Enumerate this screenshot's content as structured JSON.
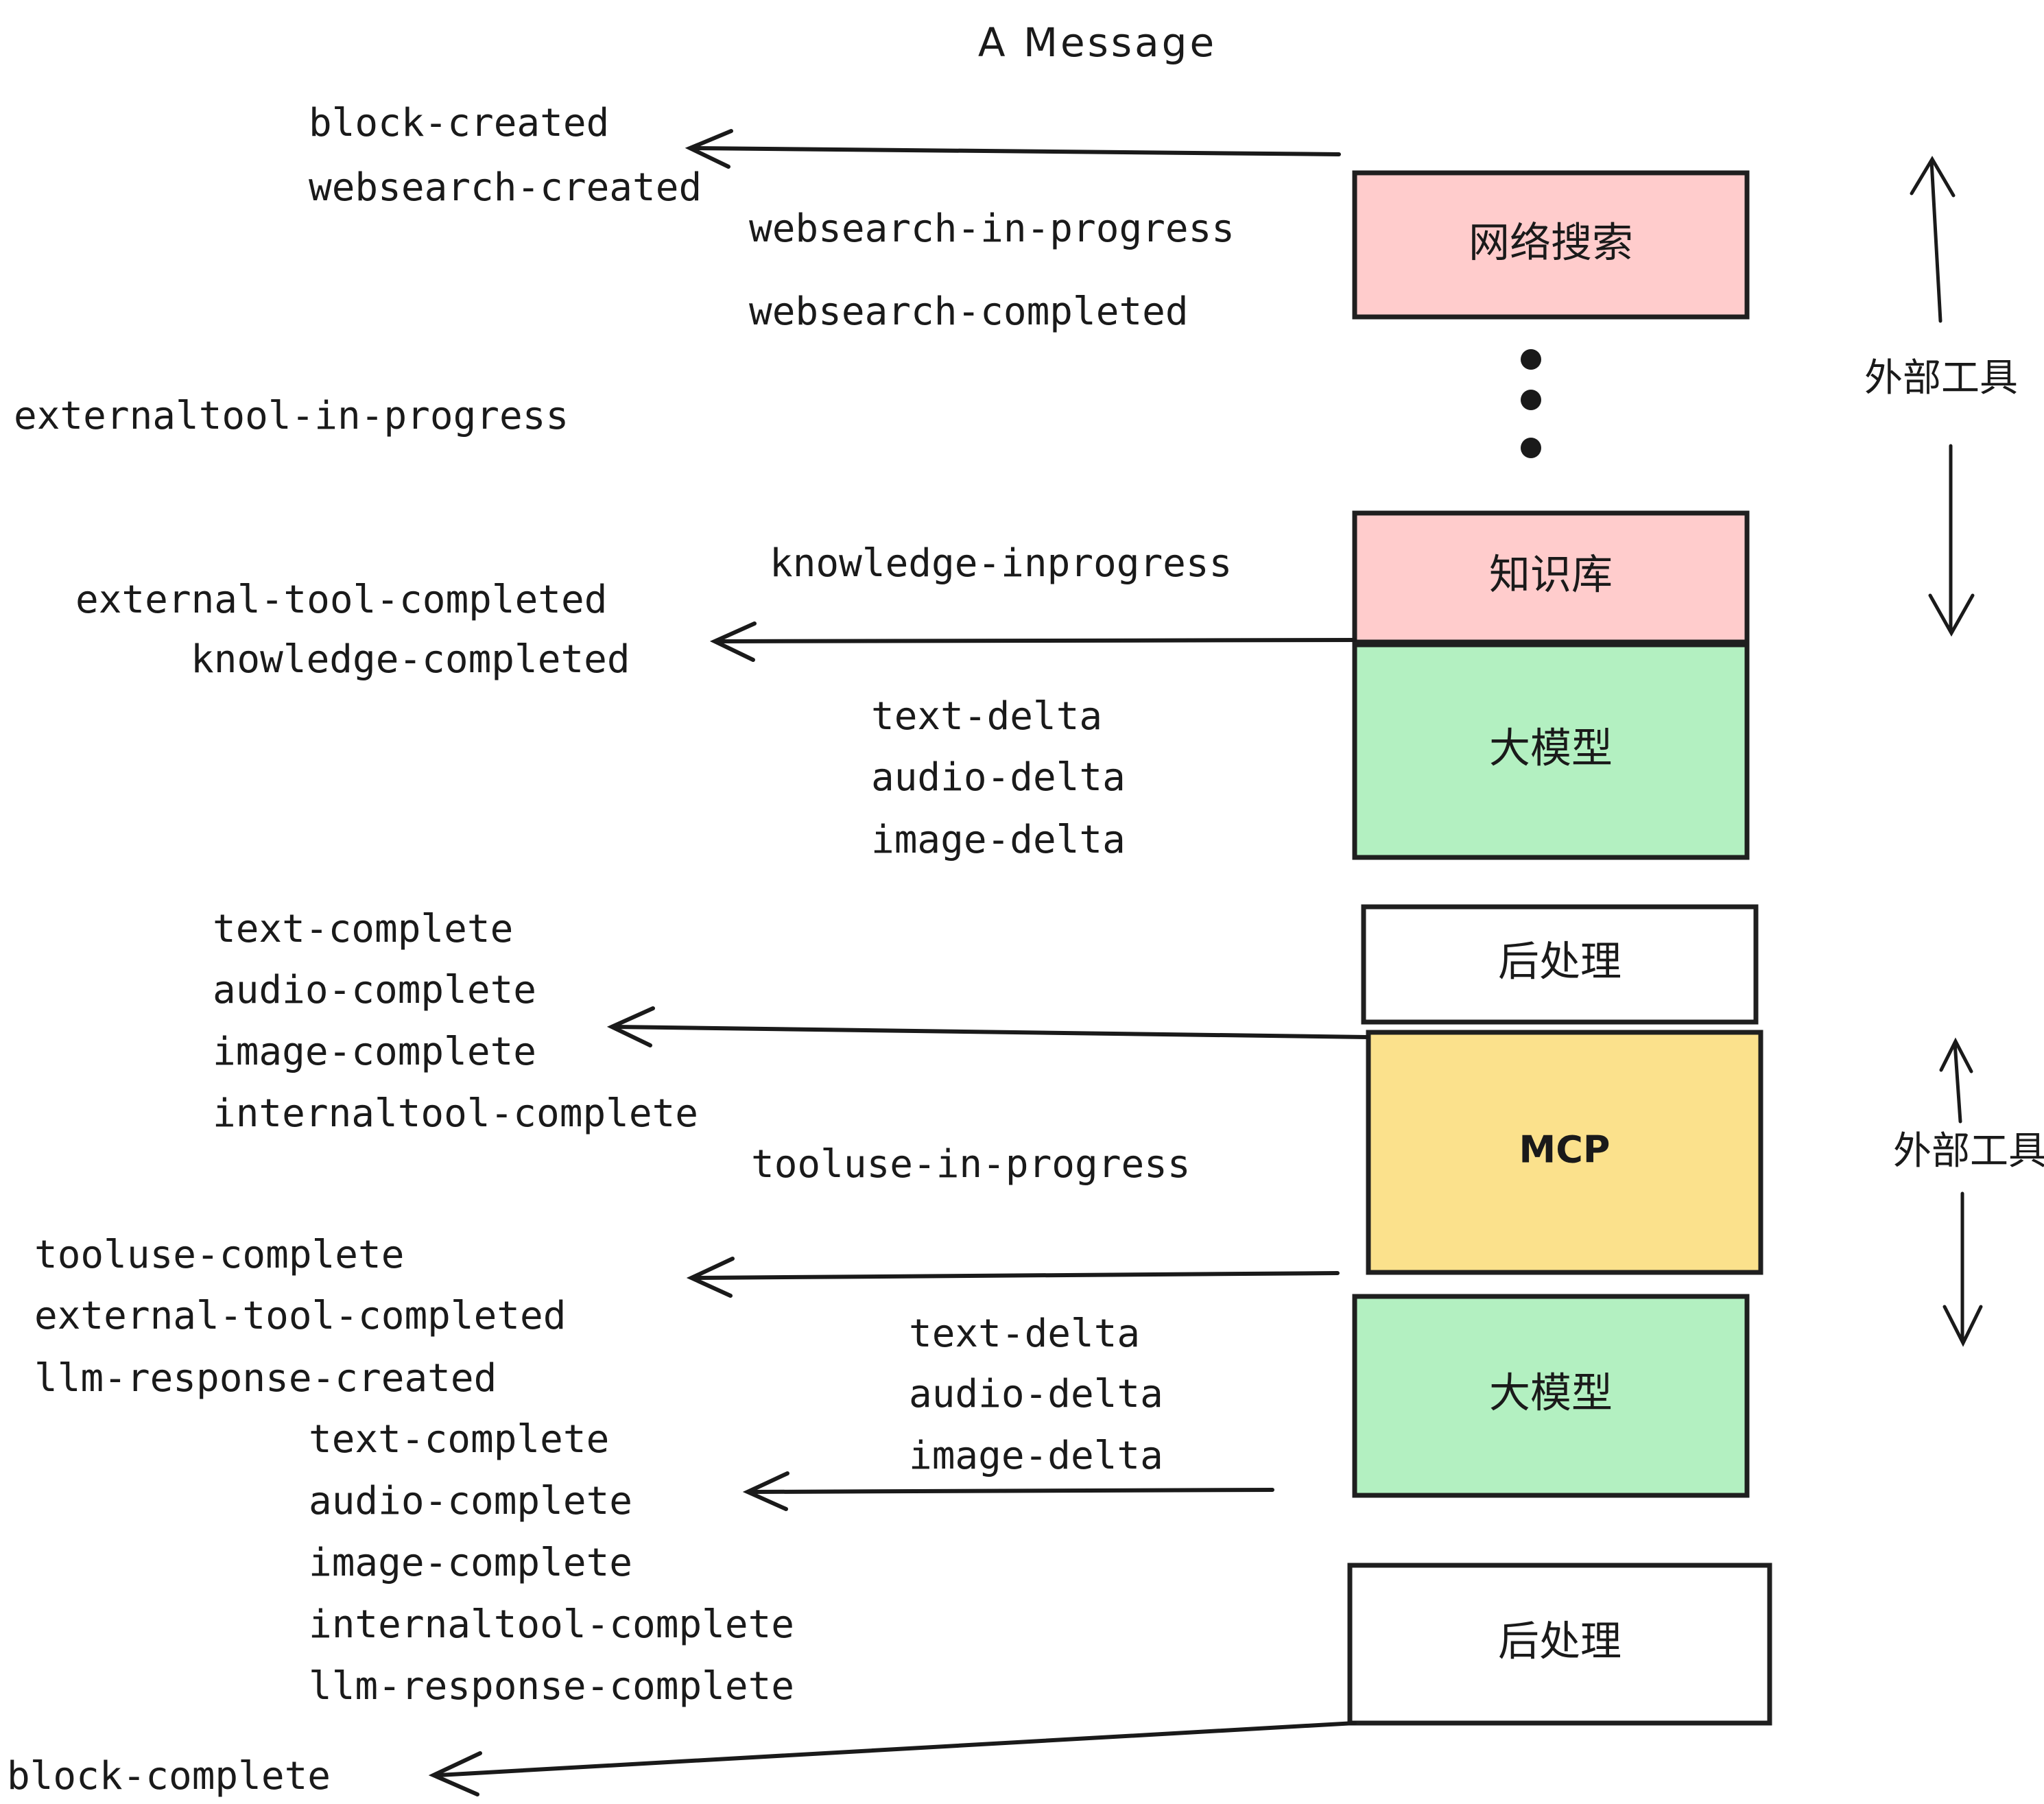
{
  "title": "A Message",
  "colors": {
    "pink": "#FFCCCC",
    "green": "#B3F0C1",
    "yellow": "#FBE18C",
    "white": "#FFFFFF",
    "stroke": "#1F1F1F",
    "text": "#1A1A1A"
  },
  "boxes": [
    {
      "id": "websearch",
      "label": "网络搜索",
      "fill": "#FFCCCC"
    },
    {
      "id": "knowledge",
      "label": "知识库",
      "fill": "#FFCCCC"
    },
    {
      "id": "llm-top",
      "label": "大模型",
      "fill": "#B3F0C1"
    },
    {
      "id": "post-top",
      "label": "后处理",
      "fill": "#FFFFFF"
    },
    {
      "id": "mcp",
      "label": "MCP",
      "fill": "#FBE18C"
    },
    {
      "id": "llm-bottom",
      "label": "大模型",
      "fill": "#B3F0C1"
    },
    {
      "id": "post-bottom",
      "label": "后处理",
      "fill": "#FFFFFF"
    }
  ],
  "side_labels": [
    {
      "id": "external-tools-top",
      "label": "外部工具"
    },
    {
      "id": "external-tools-bottom",
      "label": "外部工具"
    }
  ],
  "events": {
    "block_created": "block-created",
    "websearch_created": "websearch-created",
    "websearch_in_progress": "websearch-in-progress",
    "websearch_completed": "websearch-completed",
    "externaltool_in_progress": "externaltool-in-progress",
    "knowledge_inprogress": "knowledge-inprogress",
    "external_tool_completed_1": "external-tool-completed",
    "knowledge_completed": "knowledge-completed",
    "text_delta_1": "text-delta",
    "audio_delta_1": "audio-delta",
    "image_delta_1": "image-delta",
    "text_complete_1": "text-complete",
    "audio_complete_1": "audio-complete",
    "image_complete_1": "image-complete",
    "internaltool_complete_1": "internaltool-complete",
    "tooluse_in_progress": "tooluse-in-progress",
    "tooluse_complete": "tooluse-complete",
    "external_tool_completed_2": "external-tool-completed",
    "llm_response_created": "llm-response-created",
    "text_delta_2": "text-delta",
    "audio_delta_2": "audio-delta",
    "image_delta_2": "image-delta",
    "text_complete_2": "text-complete",
    "audio_complete_2": "audio-complete",
    "image_complete_2": "image-complete",
    "internaltool_complete_2": "internaltool-complete",
    "llm_response_complete": "llm-response-complete",
    "block_complete": "block-complete"
  }
}
